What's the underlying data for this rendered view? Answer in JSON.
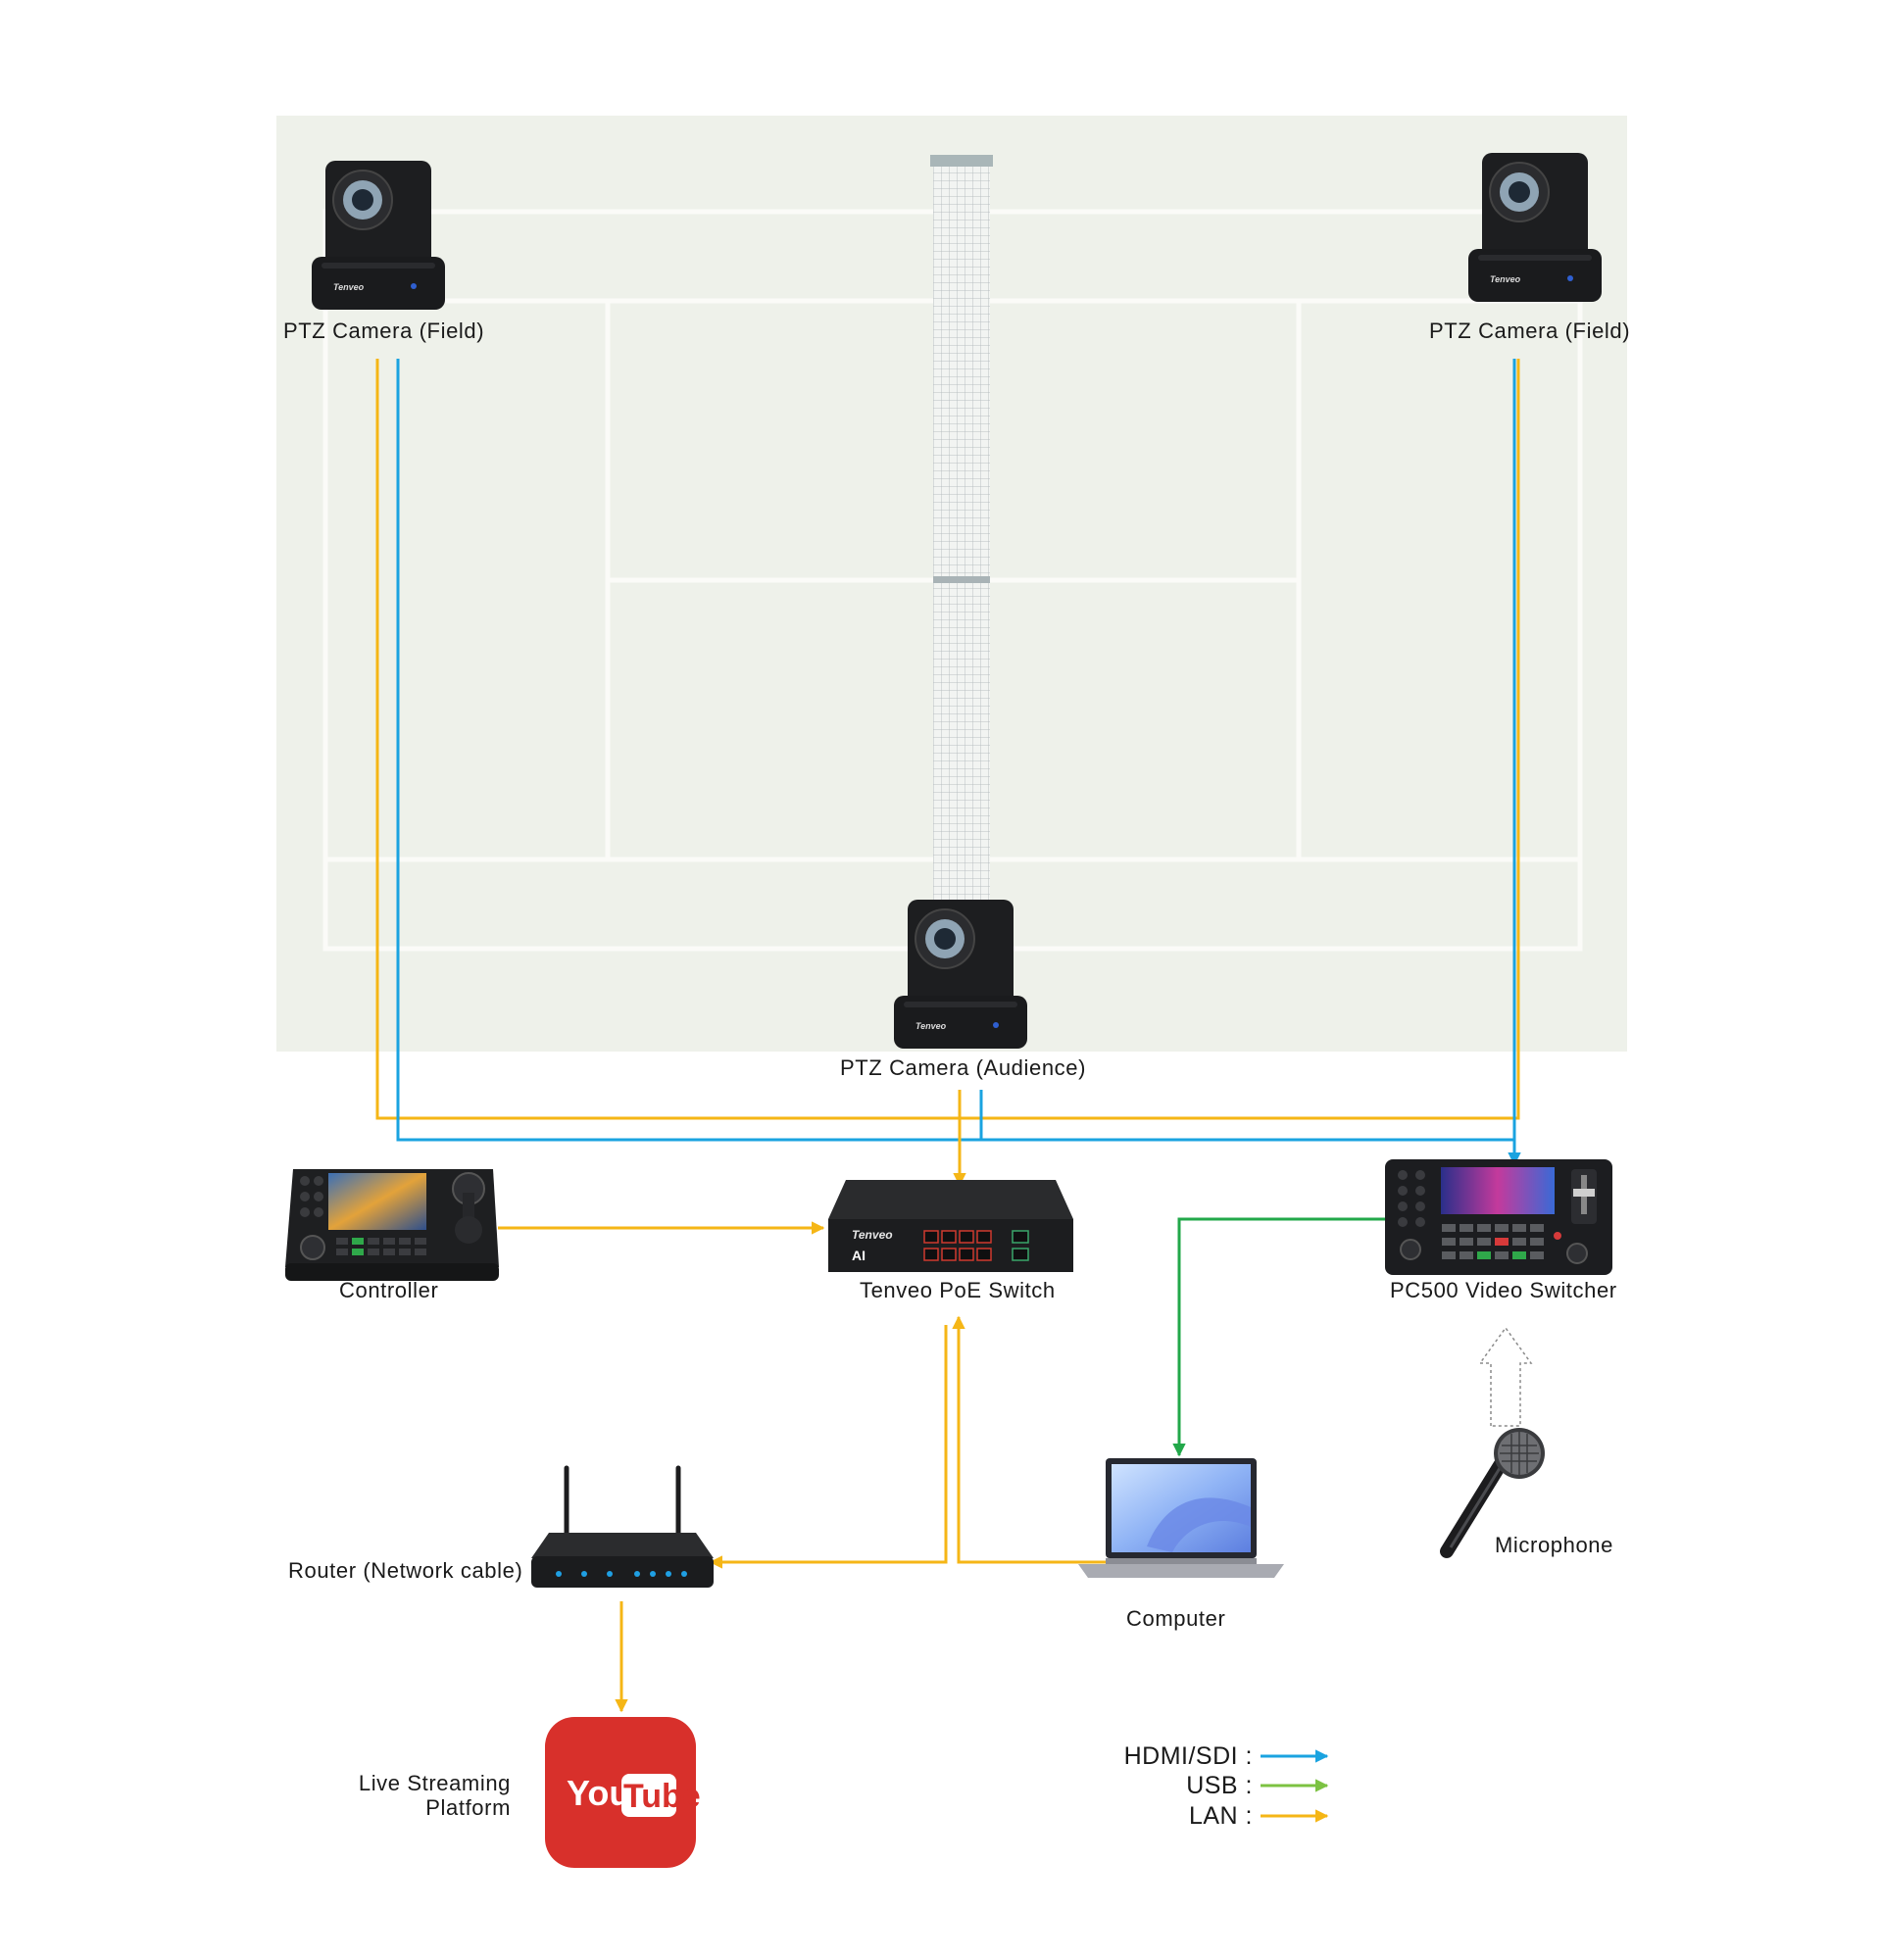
{
  "colors": {
    "hdmi": "#1aa3e0",
    "usb": "#22a84a",
    "lan": "#f5b616",
    "court_bg": "#eef1ea",
    "court_line": "#fbfbf8",
    "youtube_red": "#d8302b"
  },
  "devices": {
    "cam_left": {
      "label": "PTZ Camera (Field)",
      "icon": "ptz-camera-icon"
    },
    "cam_right": {
      "label": "PTZ Camera (Field)",
      "icon": "ptz-camera-icon"
    },
    "cam_center": {
      "label": "PTZ Camera (Audience)",
      "icon": "ptz-camera-icon"
    },
    "controller": {
      "label": "Controller",
      "icon": "ptz-controller-icon"
    },
    "poe_switch": {
      "label": "Tenveo PoE Switch",
      "icon": "poe-switch-icon",
      "brand": "Tenveo",
      "badge": "AI"
    },
    "video_switcher": {
      "label": "PC500 Video Switcher",
      "icon": "video-switcher-icon"
    },
    "router": {
      "label": "Router (Network cable)",
      "icon": "router-icon"
    },
    "computer": {
      "label": "Computer",
      "icon": "laptop-icon"
    },
    "microphone": {
      "label": "Microphone",
      "icon": "microphone-icon"
    },
    "streaming": {
      "label_line1": "Live Streaming",
      "label_line2": "Platform",
      "icon": "youtube-icon",
      "logo_you": "You",
      "logo_tube": "Tube"
    }
  },
  "legend": [
    {
      "label": "HDMI/SDI :",
      "color_key": "hdmi"
    },
    {
      "label": "USB :",
      "color_key": "usb"
    },
    {
      "label": "LAN :",
      "color_key": "lan"
    }
  ]
}
